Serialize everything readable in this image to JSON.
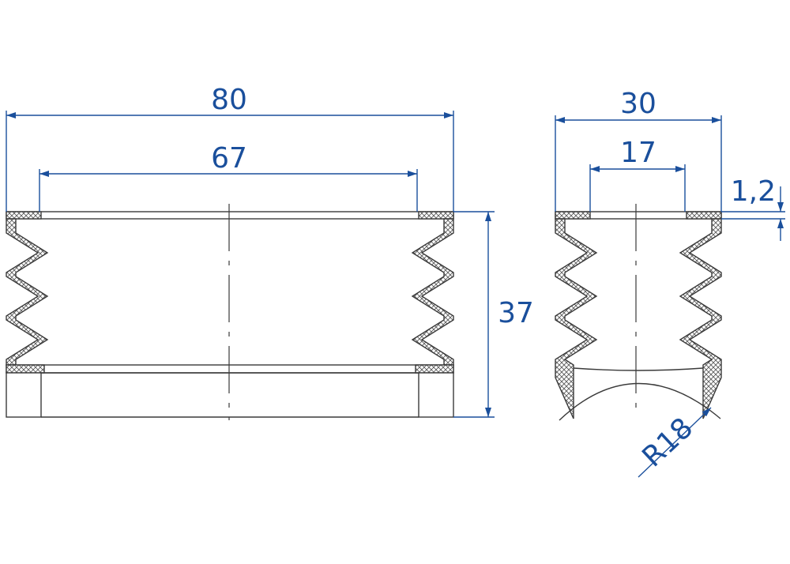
{
  "colors": {
    "dimension": "#1a4f9c",
    "outline": "#3a3a3a",
    "hatch": "#5a5a5a",
    "background": "#ffffff"
  },
  "dimensions": {
    "overall_width": "80",
    "inner_width": "67",
    "height": "37",
    "side_width": "30",
    "side_inner_width": "17",
    "wall_thickness": "1,2",
    "radius": "R18"
  }
}
